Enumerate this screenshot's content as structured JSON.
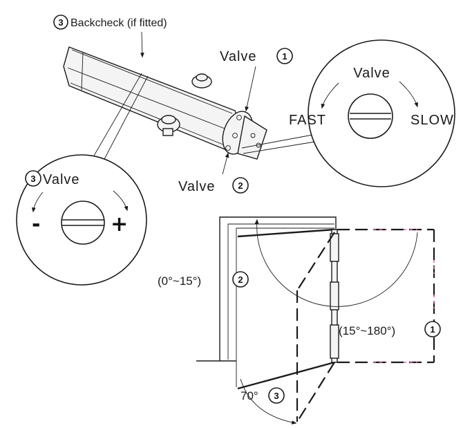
{
  "labels": {
    "backcheck": "Backcheck (if fitted)",
    "valve_top": "Valve",
    "valve_bottom": "Valve",
    "valve_zoom_right": "Valve",
    "valve_zoom_left": "Valve",
    "fast": "FAST",
    "slow": "SLOW",
    "minus": "-",
    "plus": "+",
    "range_2": "(0°~15°)",
    "range_1": "(15°~180°)",
    "angle_70": "70°"
  },
  "numbers": {
    "backcheck": "3",
    "valve_top": "1",
    "valve_bottom": "2",
    "valve_zoom_left": "3",
    "range_2": "2",
    "range_1": "1",
    "angle_70": "3"
  },
  "icons": [
    "valve-screw-icon",
    "arrow-icon"
  ],
  "colors": {
    "line": "#1a1a1a",
    "accent_dash": "#e060b0",
    "background": "#ffffff"
  }
}
